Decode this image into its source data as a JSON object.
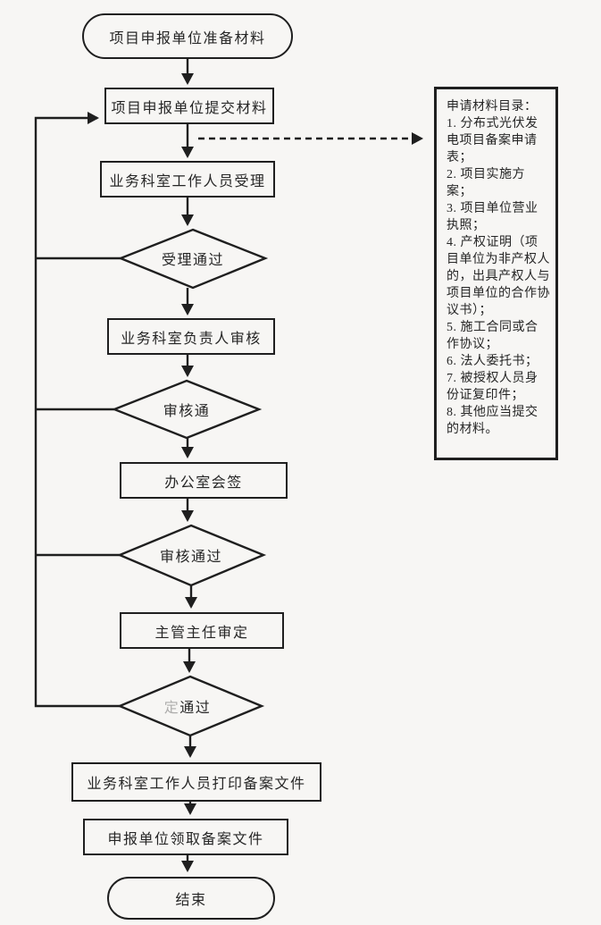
{
  "diagram": {
    "type": "flowchart",
    "nodes": {
      "start": {
        "shape": "terminator",
        "label": "项目申报单位准备材料"
      },
      "submit": {
        "shape": "process",
        "label": "项目申报单位提交材料"
      },
      "accept": {
        "shape": "process",
        "label": "业务科室工作人员受理"
      },
      "d1": {
        "shape": "decision",
        "label": "受理通过"
      },
      "review": {
        "shape": "process",
        "label": "业务科室负责人审核"
      },
      "d2": {
        "shape": "decision",
        "label": "审核通"
      },
      "countersign": {
        "shape": "process",
        "label": "办公室会签"
      },
      "d3": {
        "shape": "decision",
        "label": "审核通过"
      },
      "director": {
        "shape": "process",
        "label": "主管主任审定"
      },
      "d4": {
        "shape": "decision",
        "faint_prefix": "定",
        "label": "通过"
      },
      "print": {
        "shape": "process",
        "label": "业务科室工作人员打印备案文件"
      },
      "receive": {
        "shape": "process",
        "label": "申报单位领取备案文件"
      },
      "end": {
        "shape": "terminator",
        "label": "结束"
      }
    },
    "materials_panel": {
      "title": "申请材料目录：",
      "items": [
        "1. 分布式光伏发电项目备案申请表；",
        "2. 项目实施方案；",
        "3. 项目单位营业执照；",
        "4. 产权证明（项目单位为非产权人的，出具产权人与项目单位的合作协议书）；",
        "5. 施工合同或合作协议；",
        "6. 法人委托书；",
        "7. 被授权人员身份证复印件；",
        "8. 其他应当提交的材料。"
      ]
    },
    "colors": {
      "line": "#1f1f1f",
      "background": "#f7f6f4",
      "text": "#262626"
    }
  }
}
